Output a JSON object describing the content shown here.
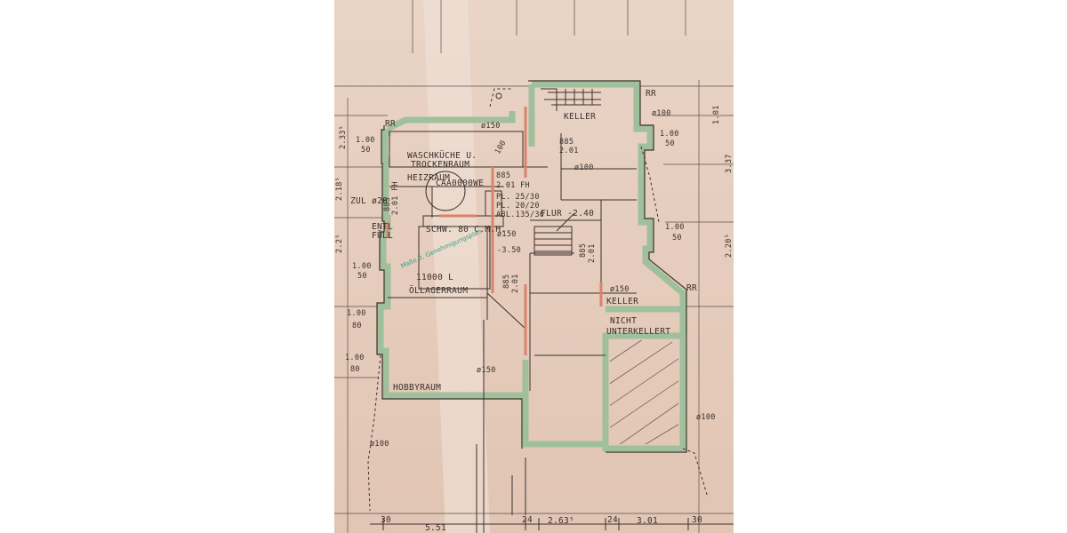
{
  "labels": {
    "rr_top_left": "RR",
    "rr_top_right": "RR",
    "rr_right_mid": "RR",
    "d150_top": "ø150",
    "d150_mid_left": "ø150",
    "d150_keller2": "ø150",
    "d150_bottom": "ø150",
    "d100_top_right": "ø100",
    "d100_mid": "ø100",
    "d100_right_bottom": "ø100",
    "d100_left_bottom": "ø100",
    "zul": "ZUL ø20",
    "waschkueche": "WASCHKÜCHE U.",
    "trockenraum": "TROCKENRAUM",
    "heizraum": "HEIZRAUM",
    "caa": "CAA0000WE",
    "dim_885_a": "885",
    "dim_201_a": "2.01 FH",
    "dim_885_b": "885",
    "dim_201_b": "2.01",
    "dim_885_c": "885",
    "dim_201_c": "2.01",
    "dim_885_d": "885",
    "dim_201_d": "2.01",
    "dim_885_e": "885",
    "dim_201_e": "2.01 FH",
    "dim_100_201": "100",
    "pl1": "PL. 25/30",
    "pl2": "PL. 20/20",
    "abl": "ABL.135/30",
    "flur": "FLUR -2.40",
    "entl": "ENTL",
    "fuell": "FÜLL",
    "schw": "SCHW. 80 C.M.H.",
    "minus350": "-3.50",
    "tank": "11000 L",
    "oellager": "ÖLLAGERRAUM",
    "keller_top": "KELLER",
    "keller_mid": "KELLER",
    "nicht": "NICHT",
    "unterkellert": "UNTERKELLERT",
    "hobbyraum": "HOBBYRAUM",
    "stamp": "Maße lt. Genehmigungsplan"
  },
  "dims_left": [
    {
      "a": "1.00",
      "b": "50"
    },
    {
      "a": "1.00",
      "b": "50"
    },
    {
      "a": "1.00",
      "b": "80"
    },
    {
      "a": "1.00",
      "b": "80"
    }
  ],
  "dims_left_vertical": [
    "2.33⁵",
    "2.18⁵",
    "2.2⁵"
  ],
  "dims_right": [
    {
      "a": "1.00",
      "b": "50"
    },
    {
      "a": "1.00",
      "b": "50"
    }
  ],
  "dims_right_vertical": [
    "1.01",
    "3.37",
    "2.20⁵"
  ],
  "dims_bottom": [
    "30",
    "5.51",
    "24",
    "2.63⁵",
    "24",
    "3.01",
    "30"
  ],
  "colors": {
    "paper": "#e6cdbd",
    "wall_fill": "#9fc09a",
    "ink": "#3a302c",
    "red_line": "#d9836f",
    "stamp": "#3c9e86"
  }
}
